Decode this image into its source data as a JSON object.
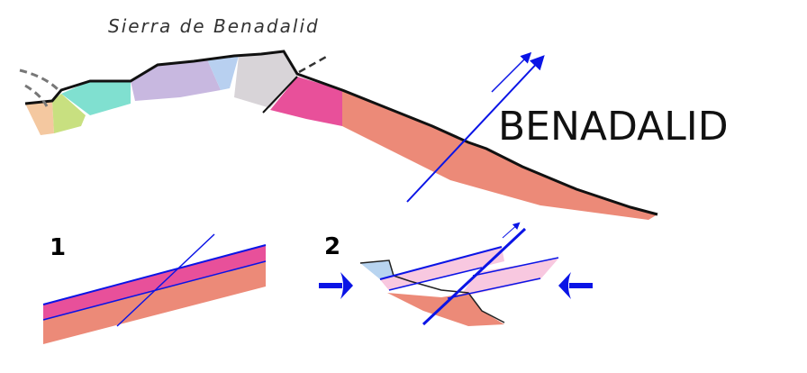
{
  "title": "Sierra de Benadalid",
  "place_label": "BENADALID",
  "panel_labels": [
    "1",
    "2"
  ],
  "colors": {
    "fault": "#0a14e6",
    "pink": "#e8509a",
    "salmon": "#ec8a78",
    "light_pink": "#f8c8e0",
    "light_blue": "#b8d4f0",
    "grey": "#d8d4d8",
    "lilac": "#c8b8e0"
  }
}
